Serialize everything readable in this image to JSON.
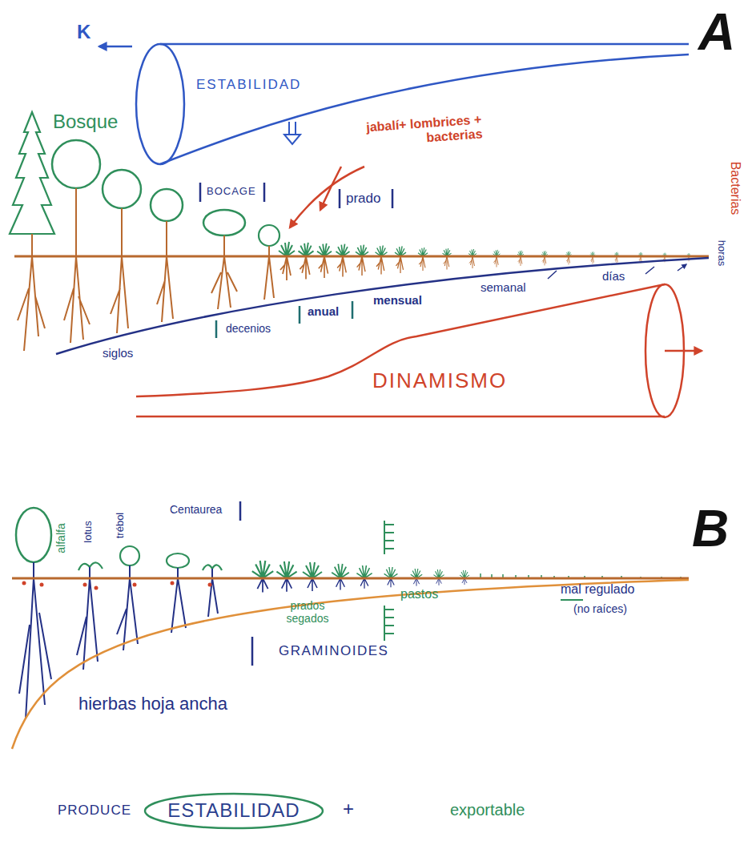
{
  "diagram": {
    "nodes": [
      {
        "text": [
          "ESTABILIDAD"
        ]
      },
      {
        "text": [
          "DINAMISMO"
        ]
      },
      {
        "text": [
          "ESTABILIDAD"
        ]
      }
    ],
    "labels": [
      "A",
      "K",
      "Bosque",
      "BOCAGE",
      "prado",
      "jabalí+ lombrices + bacterias",
      "Bacterias",
      "horas",
      "siglos",
      "decenios",
      "anual",
      "mensual",
      "semanal",
      "días",
      "B",
      "alfalfa",
      "lotus",
      "trébol",
      "Centaurea",
      "prados segados",
      "pastos",
      "mal regulado",
      "(no raíces)",
      "GRAMINOIDES",
      "hierbas hoja ancha",
      "PRODUCE",
      "+",
      "exportable"
    ]
  }
}
